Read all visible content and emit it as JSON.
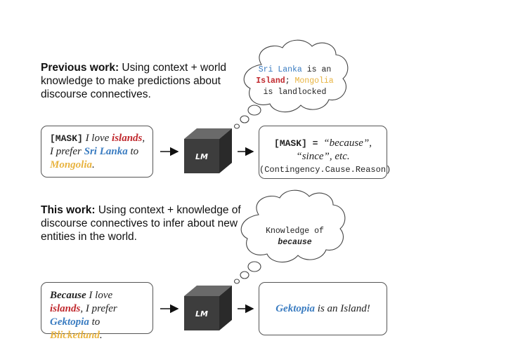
{
  "previous": {
    "heading_bold": "Previous work:",
    "heading_rest": " Using context + world knowledge to make predictions about discourse connectives.",
    "input": {
      "mask": "[MASK]",
      "t1": " I love ",
      "islands": "islands",
      "t2": ", I prefer ",
      "entity1": "Sri Lanka",
      "t3": " to ",
      "entity2": "Mongolia",
      "t4": "."
    },
    "lm_label": "LM",
    "output": {
      "mask": "[MASK]",
      "eq": " = ",
      "quote": "“because”, “since”, etc.",
      "relation": "(Contingency.Cause.Reason)"
    },
    "cloud": {
      "e1": "Sri Lanka",
      "w1": " is an",
      "e2": "Island",
      "sep": "; ",
      "e3": "Mongolia",
      "w2": "is landlocked"
    }
  },
  "this": {
    "heading_bold": "This work:",
    "heading_rest": " Using context + knowledge of discourse connectives to infer about new entities in the world.",
    "input": {
      "because": "Because",
      "t1": " I love ",
      "islands": "islands",
      "t2": ", I prefer ",
      "entity1": "Gektopia",
      "t3": " to ",
      "entity2": "Blicketland",
      "t4": "."
    },
    "lm_label": "LM",
    "output": {
      "entity": "Gektopia",
      "rest": " is an Island!"
    },
    "cloud": {
      "line1": "Knowledge of",
      "line2": "because"
    }
  },
  "colors": {
    "red": "#c0282d",
    "blue": "#3a7cc1",
    "gold": "#e8b33f",
    "cube": "#3d3d3d"
  }
}
